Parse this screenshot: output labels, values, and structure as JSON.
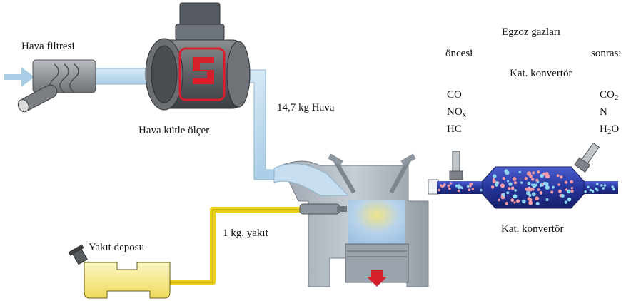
{
  "labels": {
    "air_filter": "Hava filtresi",
    "mass_air_meter": "Hava kütle ölçer",
    "air_amount": "14,7 kg Hava",
    "fuel_tank": "Yakıt deposu",
    "fuel_amount": "1 kg. yakıt",
    "exhaust_title": "Egzoz gazları",
    "before": "öncesi",
    "after": "sonrası",
    "cat_header": "Kat. konvertör",
    "cat_caption": "Kat. konvertör"
  },
  "gases_before": {
    "co": "CO",
    "nox": "NO",
    "nox_sub": "x",
    "hc": "HC"
  },
  "gases_after": {
    "co2": "CO",
    "co2_sub": "2",
    "n": "N",
    "h2o_h": "H",
    "h2o_sub": "2",
    "h2o_o": "O"
  },
  "colors": {
    "air_pipe": "#bcd9ec",
    "fuel_line": "#e9cf1a",
    "fuel_tank": "#f6ee9c",
    "exhaust_pipe": "#2f3fae",
    "engine_grey": "#a9b2bb",
    "sensor_red": "#d3202a"
  }
}
